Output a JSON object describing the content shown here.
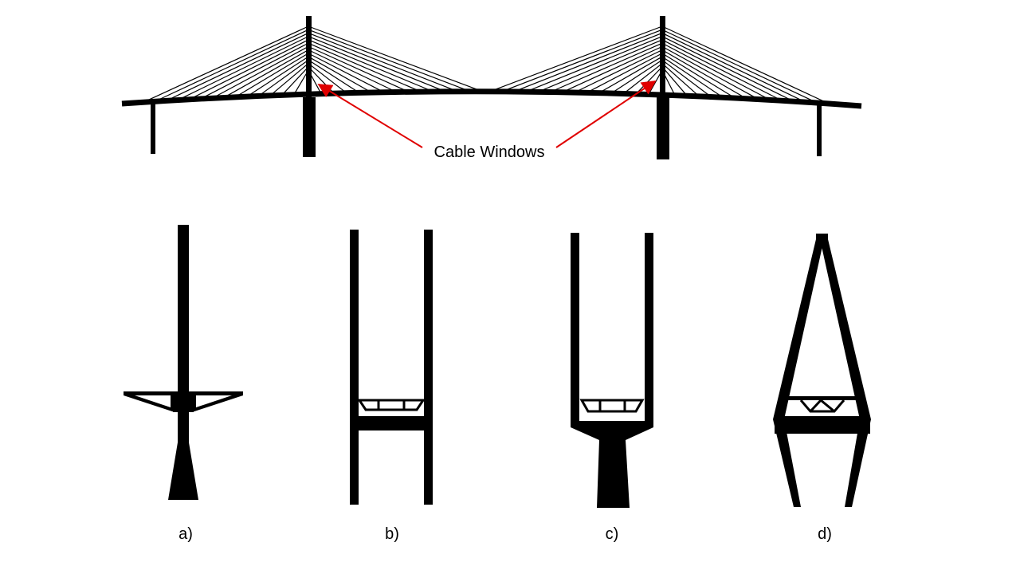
{
  "annotation": {
    "label": "Cable Windows",
    "arrow_color": "#e00000"
  },
  "pylons": [
    {
      "label": "a)"
    },
    {
      "label": "b)"
    },
    {
      "label": "c)"
    },
    {
      "label": "d)"
    }
  ],
  "colors": {
    "structure": "#000000",
    "background": "#ffffff"
  }
}
